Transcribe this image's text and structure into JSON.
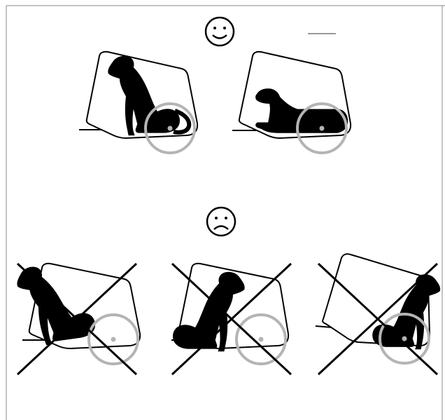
{
  "page": {
    "background": "#ffffff",
    "border_color": "#888888"
  },
  "sections": [
    {
      "verdict": "correct",
      "face_icon": "smiley-face-icon",
      "panels": [
        {
          "pose": "dog-sitting-upright",
          "crossed_out": false
        },
        {
          "pose": "dog-lying-down",
          "crossed_out": false
        }
      ]
    },
    {
      "verdict": "incorrect",
      "face_icon": "frowning-face-icon",
      "panels": [
        {
          "pose": "dog-sitting-leaning-forward",
          "crossed_out": true
        },
        {
          "pose": "dog-sitting-sideways",
          "crossed_out": true
        },
        {
          "pose": "dog-sitting-in-tilted-box",
          "crossed_out": true
        }
      ]
    }
  ],
  "colors": {
    "silhouette": "#000000",
    "outline": "#000000",
    "highlight_circle": "#b4b4b4",
    "hip_point": "#b4b4b4",
    "cross": "#000000"
  }
}
